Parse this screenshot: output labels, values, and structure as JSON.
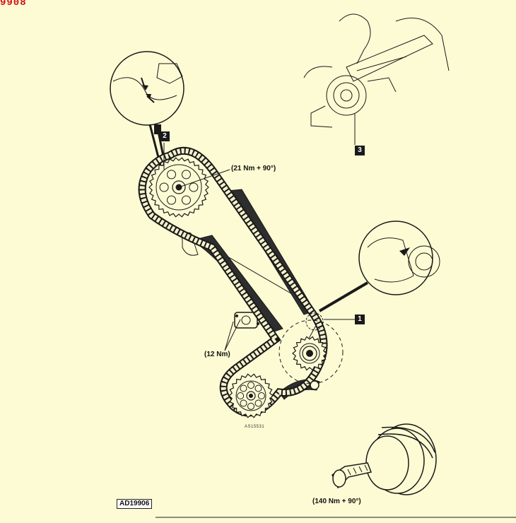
{
  "corner_code": "9908",
  "callouts": [
    "1",
    "2",
    "3"
  ],
  "torque": {
    "camshaft_sprocket": "(21 Nm + 90°)",
    "tensioner_bolts": "(12 Nm)",
    "crankshaft_pulley": "(140 Nm + 90°)"
  },
  "figure_ref": "AD19906",
  "part_code": "AS15531",
  "colors": {
    "background": "#fdfbd4",
    "line": "#1a1a1a",
    "chain_fill": "#f4f1cc",
    "guide_fill": "#2e2e2e",
    "corner_code": "#d10f0f"
  }
}
